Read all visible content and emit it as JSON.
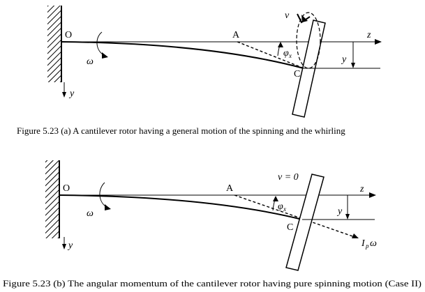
{
  "diagram_a": {
    "label_O": "O",
    "label_A": "A",
    "label_C": "C",
    "label_omega": "ω",
    "label_v": "v",
    "label_phi": "φ",
    "label_phi_sub": "x",
    "label_z": "z",
    "label_y_right": "y",
    "label_y_axis": "y",
    "caption": "Figure 5.23 (a) A cantilever rotor having a general motion of the spinning and the whirling"
  },
  "diagram_b": {
    "label_O": "O",
    "label_A": "A",
    "label_C": "C",
    "label_omega": "ω",
    "label_v0": "v = 0",
    "label_phi": "φ",
    "label_phi_sub": "x",
    "label_z": "z",
    "label_y_right": "y",
    "label_y_axis": "y",
    "label_Ip": "I",
    "label_Ip_sub": "p",
    "label_Ip_omega": "ω",
    "caption": "Figure 5.23 (b) The angular momentum of the cantilever rotor having pure spinning motion (Case II)"
  }
}
